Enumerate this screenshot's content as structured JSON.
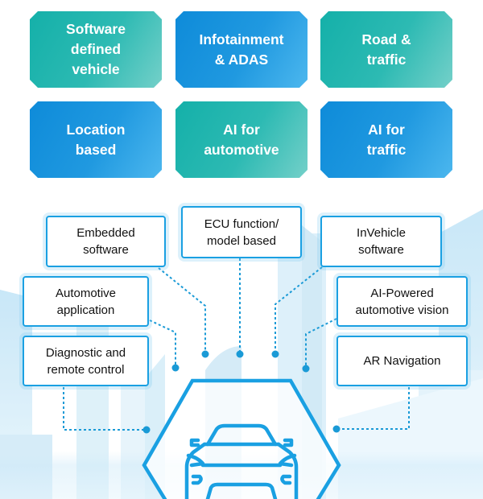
{
  "tiles": [
    {
      "label": "Software\ndefined\nvehicle",
      "style": "teal"
    },
    {
      "label": "Infotainment\n& ADAS",
      "style": "blue"
    },
    {
      "label": "Road &\ntraffic",
      "style": "teal"
    },
    {
      "label": "Location\nbased",
      "style": "blue"
    },
    {
      "label": "AI for\nautomotive",
      "style": "teal"
    },
    {
      "label": "AI for\ntraffic",
      "style": "blue"
    }
  ],
  "cards": {
    "embedded": "Embedded\nsoftware",
    "ecu": "ECU function/\nmodel based",
    "invehicle": "InVehicle\nsoftware",
    "automotive_app": "Automotive\napplication",
    "ai_vision": "AI-Powered\nautomotive vision",
    "diagnostic": "Diagnostic and\nremote control",
    "ar_nav": "AR Navigation"
  },
  "center_icon": "car-icon",
  "colors": {
    "teal": "#14b0a9",
    "blue": "#0e8bd9",
    "line": "#1a9ad6",
    "outline": "#1aa0e2"
  }
}
